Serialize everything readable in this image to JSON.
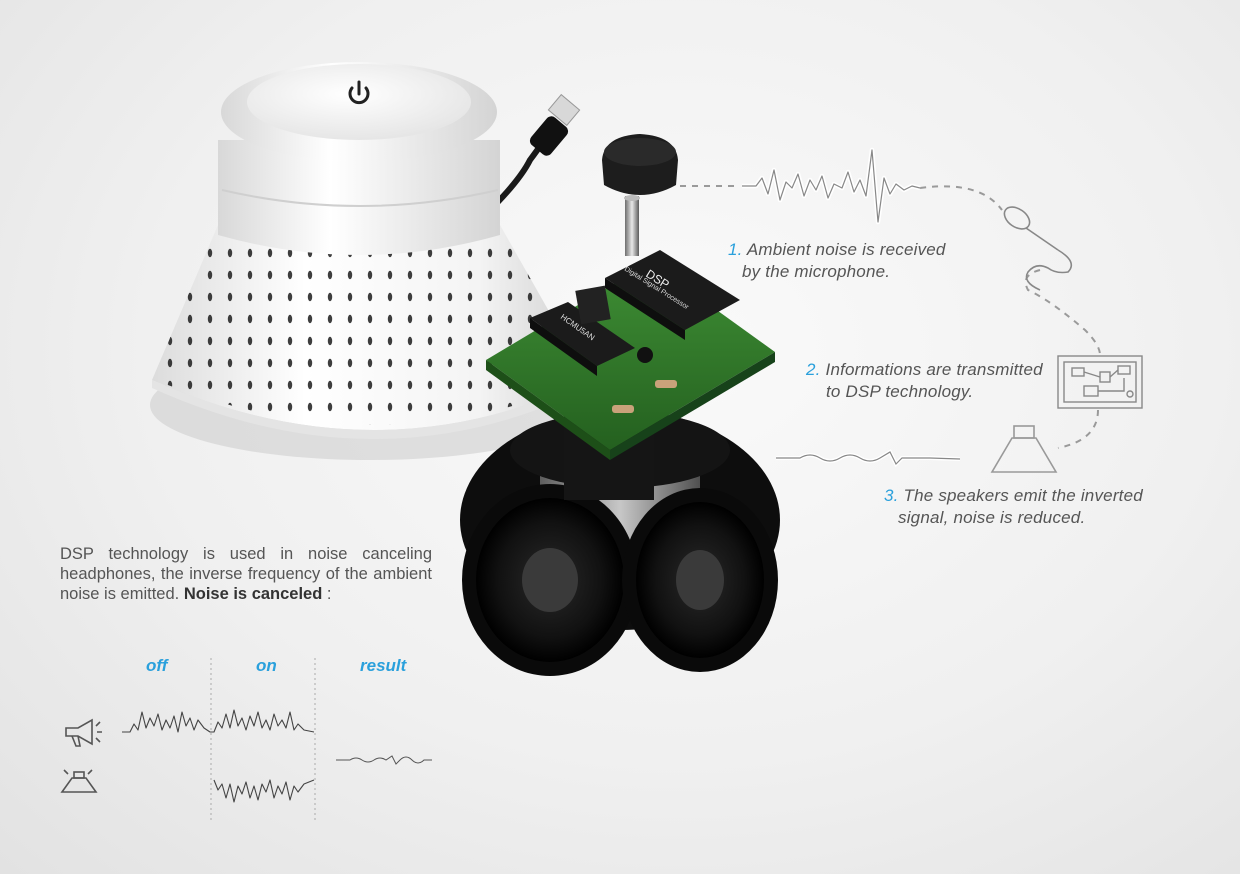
{
  "steps": [
    {
      "num": "1.",
      "line1": "Ambient noise is received",
      "line2": "by the microphone."
    },
    {
      "num": "2.",
      "line1": "Informations are transmitted",
      "line2": "to DSP technology."
    },
    {
      "num": "3.",
      "line1": "The speakers emit the inverted",
      "line2": "signal, noise is reduced."
    }
  ],
  "description": {
    "text": "DSP technology is used in noise canceling headphones, the inverse frequency of the ambient noise is emitted.",
    "emphasis": "Noise is canceled",
    "suffix": " :"
  },
  "comparison": {
    "columns": [
      "off",
      "on",
      "result"
    ],
    "rows": [
      {
        "icon": "megaphone-icon"
      },
      {
        "icon": "speaker-icon"
      }
    ]
  },
  "chip_labels": {
    "dsp_small": "Digital Signal Processor",
    "dsp": "DSP",
    "chip2": "HCMU5AN"
  },
  "colors": {
    "accent": "#2aa0dc",
    "text": "#555555",
    "pcb": "#2f7d2c",
    "device": "#ffffff"
  }
}
